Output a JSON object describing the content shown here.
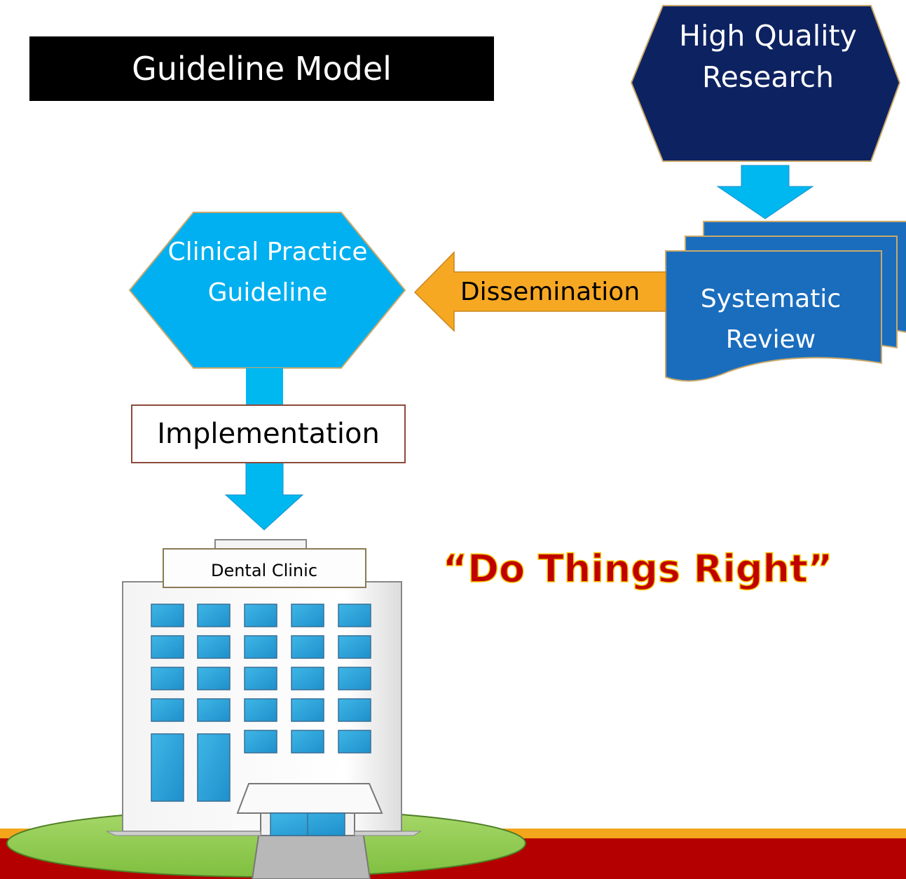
{
  "title": "Guideline Model",
  "nodes": {
    "research": "High Quality Research",
    "systematic_review": "Systematic Review",
    "guideline": "Clinical Practice Guideline",
    "clinic_sign": "Dental Clinic"
  },
  "edges": {
    "dissemination": "Dissemination",
    "implementation": "Implementation"
  },
  "slogan": "“Do Things Right”",
  "colors": {
    "title_bg": "#000000",
    "research_fill": "#0d2260",
    "review_fill": "#1a6dbd",
    "guideline_fill": "#00b0f0",
    "arrow_blue": "#00b8f0",
    "arrow_orange": "#f7a823",
    "slogan": "#c00000",
    "footer_red": "#b40000",
    "footer_orange": "#f3a51c",
    "lawn": "#92d050"
  }
}
